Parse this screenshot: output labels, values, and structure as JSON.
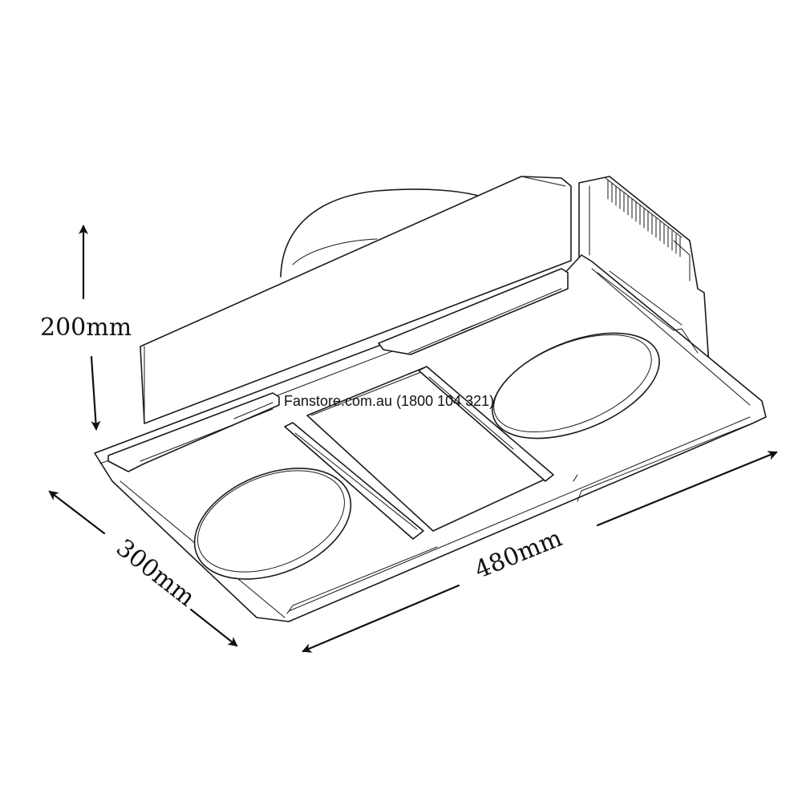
{
  "watermark": "Fanstore.com.au (1800 104 321)",
  "dimensions": {
    "height": "200mm",
    "depth": "300mm",
    "width": "480mm"
  },
  "colors": {
    "line": "#1a1a1a",
    "background": "#ffffff"
  }
}
